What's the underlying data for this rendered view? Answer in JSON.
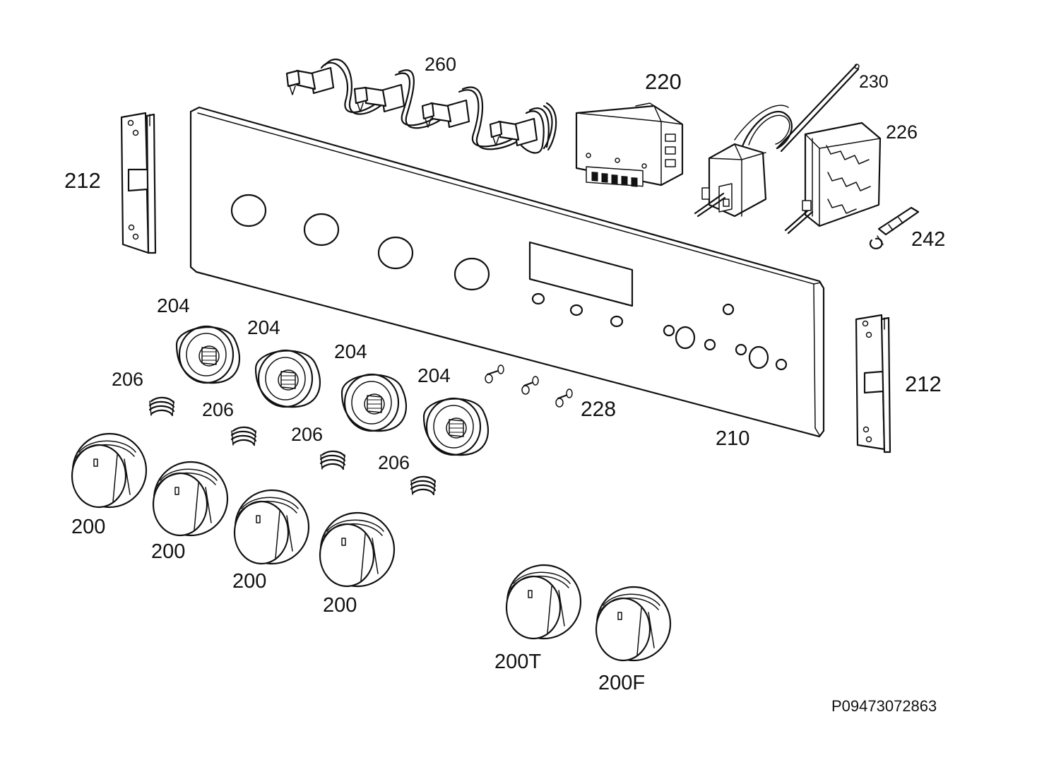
{
  "labels": {
    "l260": "260",
    "l220": "220",
    "l230": "230",
    "l226": "226",
    "l212a": "212",
    "l212b": "212",
    "l242": "242",
    "l204a": "204",
    "l204b": "204",
    "l204c": "204",
    "l204d": "204",
    "l206a": "206",
    "l206b": "206",
    "l206c": "206",
    "l206d": "206",
    "l228": "228",
    "l210": "210",
    "l200a": "200",
    "l200b": "200",
    "l200c": "200",
    "l200d": "200",
    "l200t": "200T",
    "l200f": "200F"
  },
  "drawing_number": "P09473072863"
}
